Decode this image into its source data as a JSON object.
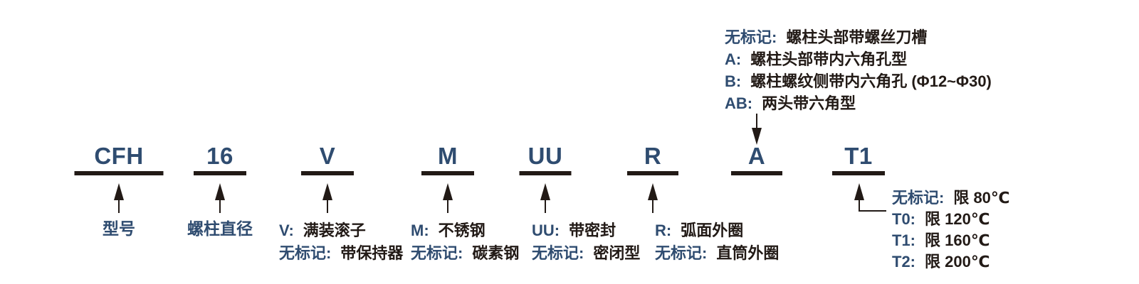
{
  "colors": {
    "navy": "#2F4C70",
    "ink": "#221A16"
  },
  "code": [
    {
      "text": "CFH"
    },
    {
      "text": "16"
    },
    {
      "text": "V"
    },
    {
      "text": "M"
    },
    {
      "text": "UU"
    },
    {
      "text": "R"
    },
    {
      "text": "A"
    },
    {
      "text": "T1"
    }
  ],
  "stud_head_options": {
    "items": [
      {
        "key": "无标记:",
        "desc": "螺柱头部带螺丝刀槽"
      },
      {
        "key": "A:",
        "desc": "螺柱头部带内六角孔型"
      },
      {
        "key": "B:",
        "desc": "螺柱螺纹侧带内六角孔 (Φ12~Φ30)"
      },
      {
        "key": "AB:",
        "desc": "两头带六角型"
      }
    ]
  },
  "legends": {
    "model": {
      "label": "型号"
    },
    "stud_diameter": {
      "label": "螺柱直径"
    },
    "roller": {
      "lines": [
        {
          "key": "V:",
          "desc": "满装滚子"
        },
        {
          "key": "无标记:",
          "desc": "带保持器"
        }
      ]
    },
    "material": {
      "lines": [
        {
          "key": "M:",
          "desc": "不锈钢"
        },
        {
          "key": "无标记:",
          "desc": "碳素钢"
        }
      ]
    },
    "seal": {
      "lines": [
        {
          "key": "UU:",
          "desc": "带密封"
        },
        {
          "key": "无标记:",
          "desc": "密闭型"
        }
      ]
    },
    "outer_ring": {
      "lines": [
        {
          "key": "R:",
          "desc": "弧面外圈"
        },
        {
          "key": "无标记:",
          "desc": "直筒外圈"
        }
      ]
    },
    "temperature": {
      "lines": [
        {
          "key": "无标记:",
          "desc": "限 80℃"
        },
        {
          "key": "T0:",
          "desc": "限 120℃"
        },
        {
          "key": "T1:",
          "desc": "限 160℃"
        },
        {
          "key": "T2:",
          "desc": "限 200℃"
        }
      ]
    }
  }
}
